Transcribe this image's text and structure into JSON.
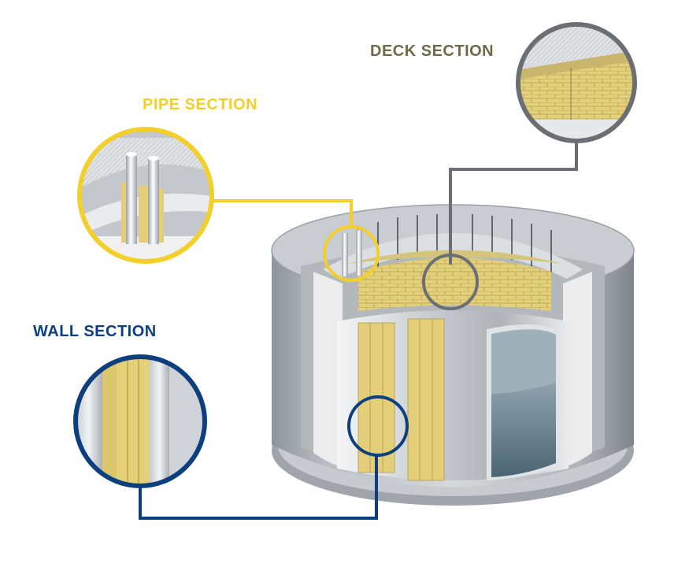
{
  "labels": {
    "deck": "DECK SECTION",
    "pipe": "PIPE SECTION",
    "wall": "WALL SECTION"
  },
  "colors": {
    "deck": "#6e6a49",
    "pipe": "#f2cf2a",
    "wall": "#0d3f7f",
    "insulation": "#e5d37f",
    "steel_light": "#e6e9ec",
    "steel_dark": "#8d9196",
    "concrete": "#b8bdc2",
    "liquid": "#6d8592"
  },
  "icons": [
    "deck-section-magnifier",
    "pipe-section-magnifier",
    "wall-section-magnifier",
    "storage-tank"
  ]
}
